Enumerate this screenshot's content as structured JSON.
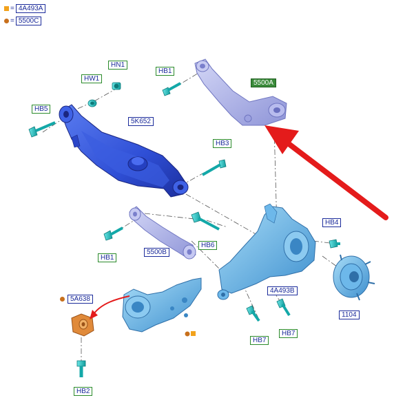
{
  "legend": [
    {
      "marker": "square",
      "color": "#f2a21c",
      "code": "4A493A"
    },
    {
      "marker": "dot",
      "color": "#c8701c",
      "code": "5500C"
    }
  ],
  "legend_eq": "=",
  "labels": {
    "hn1": "HN1",
    "hw1": "HW1",
    "hb1_top": "HB1",
    "hb5": "HB5",
    "p5500a": "5500A",
    "p5k652": "5K652",
    "hb3": "HB3",
    "hb6": "HB6",
    "hb1_mid": "HB1",
    "p5500b": "5500B",
    "hb4": "HB4",
    "p4a493b": "4A493B",
    "p1104": "1104",
    "p5a638": "5A638",
    "hb7_left": "HB7",
    "hb7_right": "HB7",
    "hb2": "HB2"
  },
  "colors": {
    "arm_blue": "#2f4fd6",
    "link_lavender": "#a9aee6",
    "knuckle_cyan": "#5aaee6",
    "bolt_teal": "#21c0c0",
    "arrow_red": "#e41b1b",
    "bushing_orange": "#e08a3a"
  }
}
